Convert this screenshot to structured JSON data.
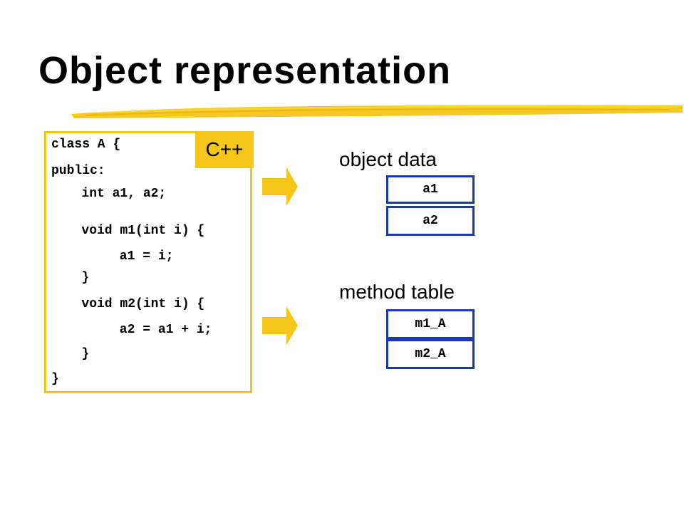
{
  "slide": {
    "title": "Object representation",
    "accent_color": "#f5c518",
    "box_border_color": "#1a3aa8"
  },
  "code": {
    "language": "C++",
    "lines": [
      "class A {",
      "public:",
      "   int a1, a2;",
      "   void m1(int i) {",
      "      a1 = i;",
      "   }",
      "   void m2(int i) {",
      "      a2 = a1 + i;",
      "   }",
      "}"
    ]
  },
  "object_data": {
    "label": "object data",
    "fields": [
      "a1",
      "a2"
    ]
  },
  "method_table": {
    "label": "method table",
    "entries": [
      "m1_A",
      "m2_A"
    ]
  }
}
